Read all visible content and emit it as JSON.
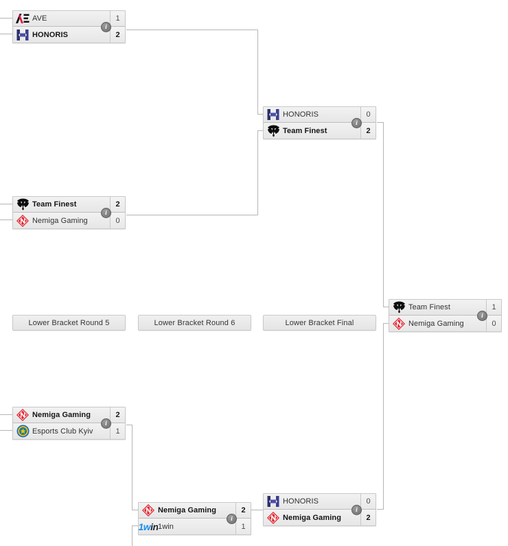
{
  "accent": {
    "line": "#b5b5b5",
    "card_border": "#c8c8c8",
    "card_bg": "#ececec",
    "winner_text": "#141414",
    "loser_text": "#303030",
    "nemiga_red": "#e0232e",
    "honoris_blue": "#3b3f8f",
    "ave_red": "#e8174a",
    "kyiv_blue": "#1f6fb5",
    "kyiv_gold": "#f0c419",
    "onewin_blue": "#1a8cf0"
  },
  "rounds": [
    {
      "label": "Lower Bracket Round 5"
    },
    {
      "label": "Lower Bracket Round 6"
    },
    {
      "label": "Lower Bracket Final"
    }
  ],
  "info_glyph": "i",
  "matches": [
    {
      "id": "m-r5-top",
      "rows": [
        {
          "team": "AVE",
          "logo": "ave-logo",
          "score": "1",
          "winner": false
        },
        {
          "team": "HONORIS",
          "logo": "honoris-logo",
          "score": "2",
          "winner": true
        }
      ]
    },
    {
      "id": "m-r5-mid",
      "rows": [
        {
          "team": "Team Finest",
          "logo": "team-finest-logo",
          "score": "2",
          "winner": true
        },
        {
          "team": "Nemiga Gaming",
          "logo": "nemiga-logo",
          "score": "0",
          "winner": false
        }
      ]
    },
    {
      "id": "m-r5-low",
      "rows": [
        {
          "team": "Nemiga Gaming",
          "logo": "nemiga-logo",
          "score": "2",
          "winner": true
        },
        {
          "team": "Esports Club Kyiv",
          "logo": "kyiv-logo",
          "score": "1",
          "winner": false
        }
      ]
    },
    {
      "id": "m-r6-top",
      "rows": [
        {
          "team": "HONORIS",
          "logo": "honoris-logo",
          "score": "0",
          "winner": false
        },
        {
          "team": "Team Finest",
          "logo": "team-finest-logo",
          "score": "2",
          "winner": true
        }
      ]
    },
    {
      "id": "m-r6-low",
      "rows": [
        {
          "team": "Nemiga Gaming",
          "logo": "nemiga-logo",
          "score": "2",
          "winner": true
        },
        {
          "team": "1win",
          "logo": "onewin-logo",
          "score": "1",
          "winner": false
        }
      ]
    },
    {
      "id": "m-lbf-top",
      "rows": [
        {
          "team": "HONORIS",
          "logo": "honoris-logo",
          "score": "0",
          "winner": false
        },
        {
          "team": "Nemiga Gaming",
          "logo": "nemiga-logo",
          "score": "2",
          "winner": true
        }
      ]
    },
    {
      "id": "m-grand",
      "rows": [
        {
          "team": "Team Finest",
          "logo": "team-finest-logo",
          "score": "1",
          "winner": false
        },
        {
          "team": "Nemiga Gaming",
          "logo": "nemiga-logo",
          "score": "0",
          "winner": false
        }
      ]
    }
  ]
}
